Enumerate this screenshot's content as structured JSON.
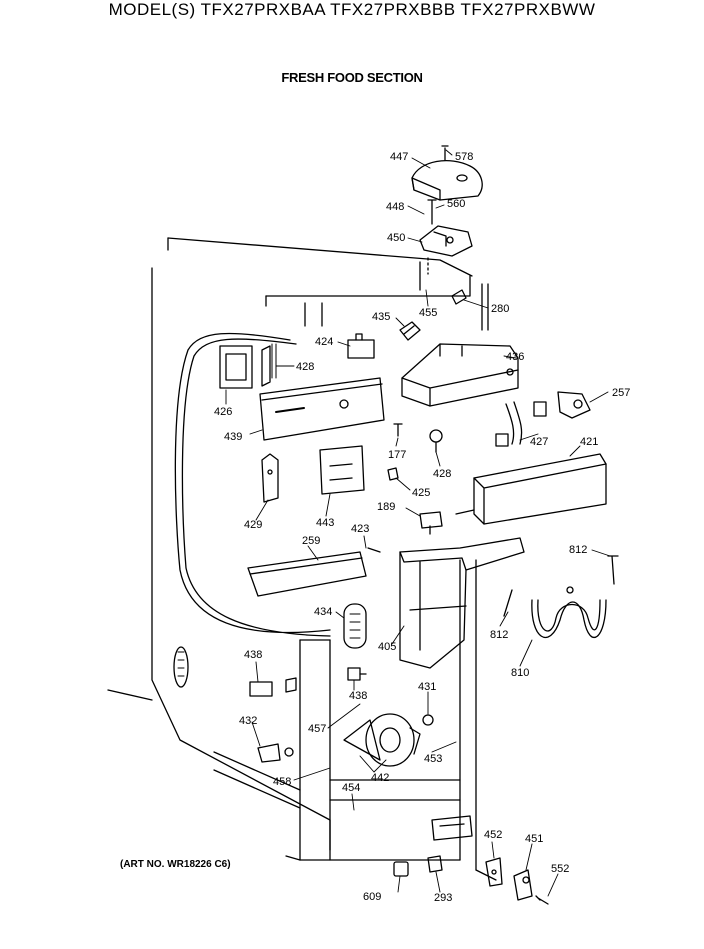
{
  "header": {
    "models": "MODEL(S) TFX27PRXBAA  TFX27PRXBBB  TFX27PRXBWW",
    "section": "FRESH FOOD SECTION"
  },
  "art_number": "(ART NO. WR18226 C6)",
  "callouts": {
    "p578": "578",
    "p447": "447",
    "p448": "448",
    "p560": "560",
    "p450": "450",
    "p280": "280",
    "p455": "455",
    "p435": "435",
    "p424": "424",
    "p428a": "428",
    "p436": "436",
    "p257": "257",
    "p426": "426",
    "p439": "439",
    "p177": "177",
    "p428b": "428",
    "p427": "427",
    "p421": "421",
    "p425": "425",
    "p429": "429",
    "p443": "443",
    "p189": "189",
    "p423": "423",
    "p259": "259",
    "p812a": "812",
    "p812b": "812",
    "p810": "810",
    "p434": "434",
    "p405": "405",
    "p438a": "438",
    "p438b": "438",
    "p431": "431",
    "p432": "432",
    "p457": "457",
    "p453": "453",
    "p442": "442",
    "p458": "458",
    "p454": "454",
    "p452": "452",
    "p451": "451",
    "p552": "552",
    "p609": "609",
    "p293": "293"
  }
}
